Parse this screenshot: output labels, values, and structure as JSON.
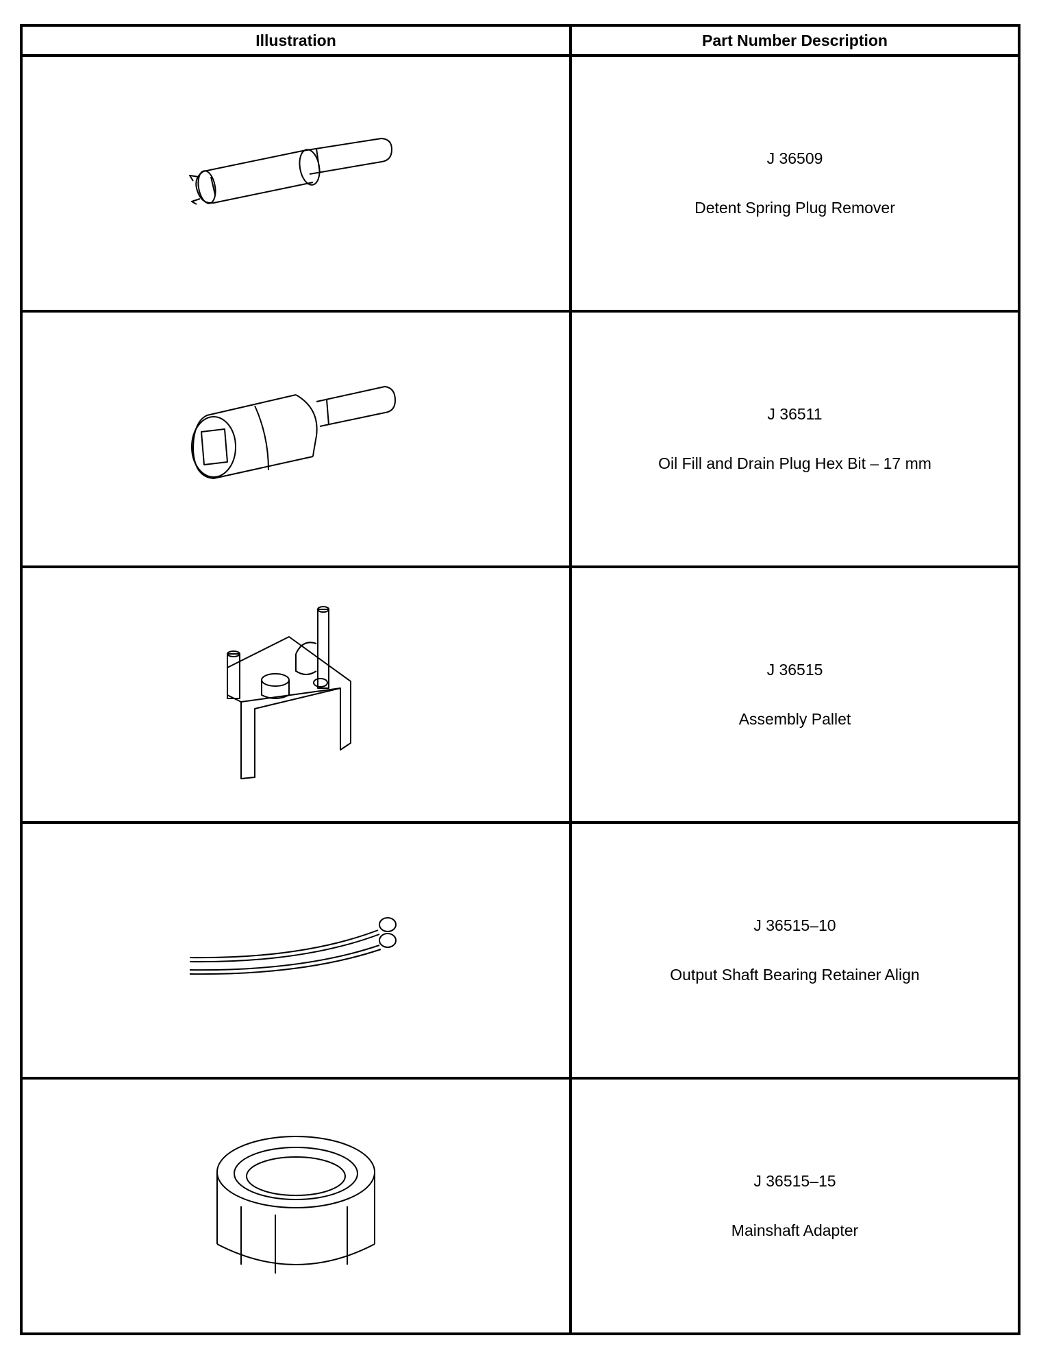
{
  "table": {
    "headers": {
      "illustration": "Illustration",
      "description": "Part Number Description"
    },
    "rows": [
      {
        "part_number": "J 36509",
        "name": "Detent Spring Plug Remover",
        "icon": "plug-remover-icon"
      },
      {
        "part_number": "J 36511",
        "name": "Oil Fill and Drain Plug Hex Bit – 17 mm",
        "icon": "hex-bit-icon"
      },
      {
        "part_number": "J 36515",
        "name": "Assembly Pallet",
        "icon": "assembly-pallet-icon"
      },
      {
        "part_number": "J 36515–10",
        "name": "Output Shaft Bearing Retainer Align",
        "icon": "alignment-wires-icon"
      },
      {
        "part_number": "J 36515–15",
        "name": "Mainshaft Adapter",
        "icon": "mainshaft-adapter-icon"
      }
    ]
  }
}
